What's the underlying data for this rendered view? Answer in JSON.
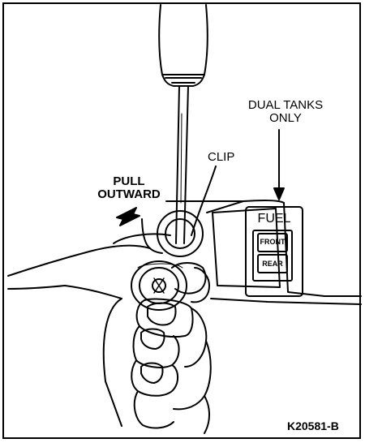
{
  "labels": {
    "pull_outward_line1": "PULL",
    "pull_outward_line2": "OUTWARD",
    "clip": "CLIP",
    "dual_tanks_line1": "DUAL TANKS",
    "dual_tanks_line2": "ONLY",
    "fuel_panel": "FUEL",
    "switch_front": "FRONT",
    "switch_rear": "REAR",
    "figure_id": "K20581-B"
  }
}
